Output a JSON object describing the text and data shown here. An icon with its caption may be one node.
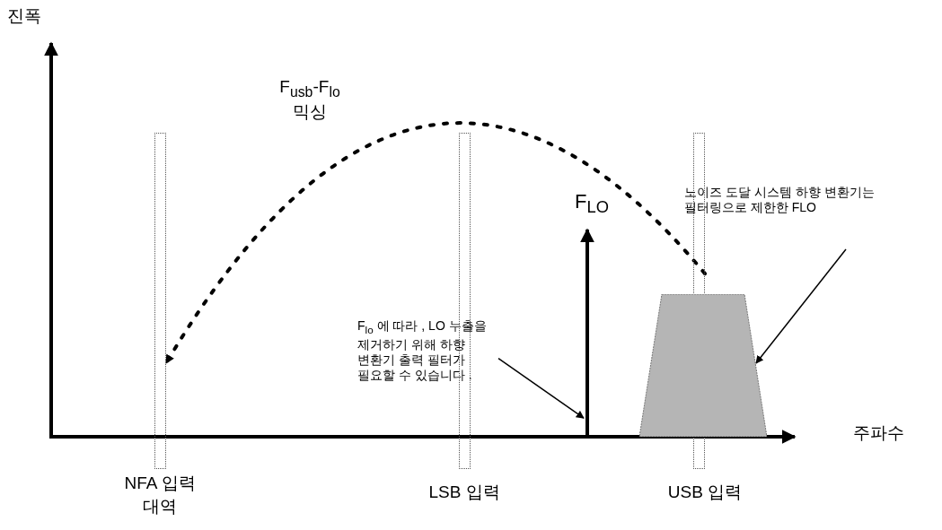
{
  "diagram": {
    "nodes": [
      {
        "text": [
          "NFA 입력 대역"
        ]
      },
      {
        "text": [
          "LSB 입력"
        ]
      },
      {
        "text": [
          "USB 입력"
        ]
      },
      {
        "text": [
          "F$_{LO}$"
        ]
      },
      {
        "text": [
          "F$_{lo}$ 에 따라 , LO 누출을 제거하기 위해 하향 변환기 출력 필터가 필요할 수 있습니다 ."
        ]
      },
      {
        "text": [],
        "shape": "trapezoid"
      },
      {
        "text": [
          "노이즈 도달 시스템 하향 변환기는 필터링으로 제한한 FLO"
        ]
      }
    ],
    "edges": [
      {
        "from": 2,
        "to": 0,
        "arrow": "to",
        "style": "dashed",
        "label": "F$_{usb}$-F$_{lo}$ 믹싱"
      },
      {
        "from": 4,
        "to": 3,
        "arrow": "to"
      },
      {
        "from": 6,
        "to": 5,
        "arrow": "to"
      }
    ],
    "labels": [
      "진폭",
      "주파수"
    ]
  }
}
